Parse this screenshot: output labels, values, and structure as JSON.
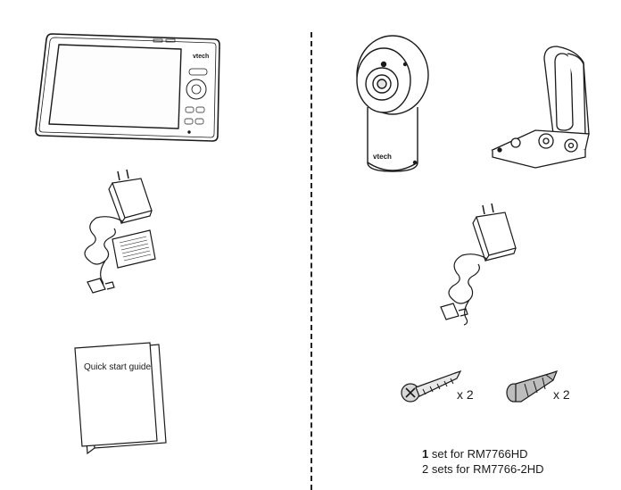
{
  "monitor": {
    "brand_logo": "vtech"
  },
  "camera": {
    "brand_logo": "vtech"
  },
  "guide": {
    "title": "Quick start  guide"
  },
  "hardware": {
    "screws_qty": "x 2",
    "anchors_qty": "x 2"
  },
  "note": {
    "line1_num": "1",
    "line1_text": " set for RM7766HD",
    "line2": "2 sets for RM7766-2HD"
  }
}
